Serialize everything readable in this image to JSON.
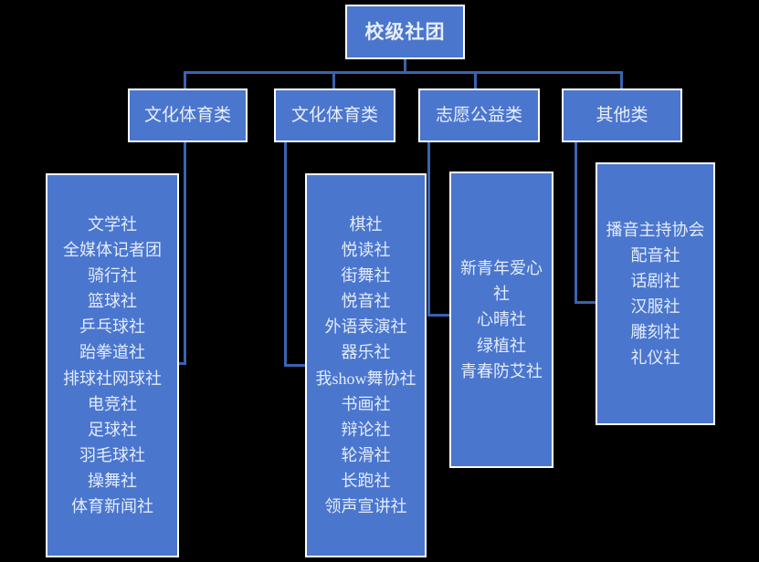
{
  "diagram": {
    "title": "校级社团",
    "type": "organization-chart",
    "colors": {
      "node_fill": "#4a76cd",
      "node_border": "#ffffff",
      "node_text": "#e8eefb",
      "connector": "#3a63b0",
      "background": "#000000"
    },
    "root": {
      "label": "校级社团"
    },
    "categories": [
      {
        "label": "文化体育类"
      },
      {
        "label": "文化体育类"
      },
      {
        "label": "志愿公益类"
      },
      {
        "label": "其他类"
      }
    ],
    "groups": [
      {
        "category": "文化体育类",
        "items": [
          "文学社",
          "全媒体记者团",
          "骑行社",
          "篮球社",
          "乒乓球社",
          "跆拳道社",
          "排球社网球社",
          "电竞社",
          "足球社",
          "羽毛球社",
          "操舞社",
          "体育新闻社"
        ]
      },
      {
        "category": "文化体育类",
        "items": [
          "棋社",
          "悦读社",
          "街舞社",
          "悦音社",
          "外语表演社",
          "器乐社",
          "我show舞协社",
          "书画社",
          "辩论社",
          "轮滑社",
          "长跑社",
          "领声宣讲社"
        ]
      },
      {
        "category": "志愿公益类",
        "items": [
          "新青年爱心社",
          "心晴社",
          "绿植社",
          "青春防艾社"
        ]
      },
      {
        "category": "其他类",
        "items": [
          "播音主持协会",
          "配音社",
          "话剧社",
          "汉服社",
          "雕刻社",
          "礼仪社"
        ]
      }
    ]
  }
}
